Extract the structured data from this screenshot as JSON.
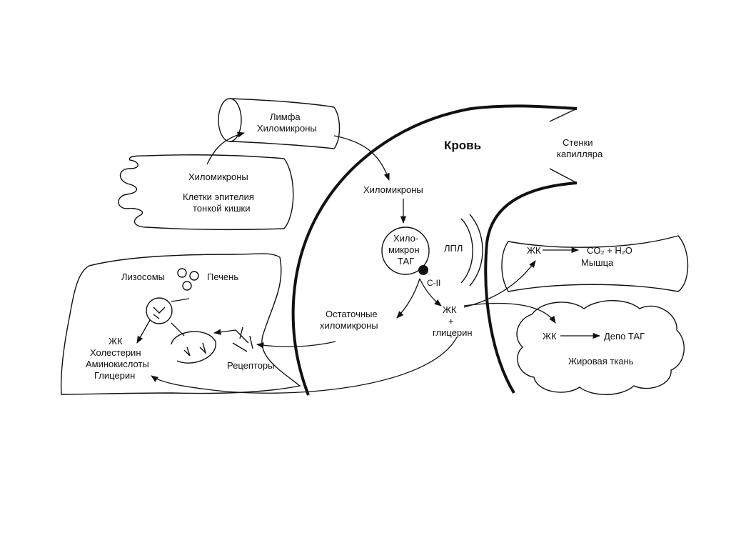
{
  "labels": {
    "lymph_title": "Лимфа",
    "lymph_chylo": "Хиломикроны",
    "intestine_chylo": "Хиломикроны",
    "intestine_cells_1": "Клетки эпителия",
    "intestine_cells_2": "тонкой кишки",
    "blood": "Кровь",
    "capillary_walls_1": "Стенки",
    "capillary_walls_2": "капилляра",
    "blood_chylo": "Хиломикроны",
    "chylo_tag_1": "Хило-",
    "chylo_tag_2": "микрон",
    "chylo_tag_3": "ТАГ",
    "cii": "С-II",
    "lpl": "ЛПЛ",
    "remnant_1": "Остаточные",
    "remnant_2": "хиломикроны",
    "fa_glycerol_1": "ЖК",
    "fa_glycerol_2": "+",
    "fa_glycerol_3": "глицерин",
    "muscle_fa": "ЖК",
    "muscle_products": "CO₂ + H₂O",
    "muscle": "Мышца",
    "adipose_fa": "ЖК",
    "adipose_depot": "Депо ТАГ",
    "adipose": "Жировая ткань",
    "lysosomes": "Лизосомы",
    "liver": "Печень",
    "liver_fa": "ЖК",
    "liver_cholesterol": "Холестерин",
    "liver_amino": "Аминокислоты",
    "liver_glycerol": "Глицерин",
    "receptors": "Рецепторы"
  }
}
